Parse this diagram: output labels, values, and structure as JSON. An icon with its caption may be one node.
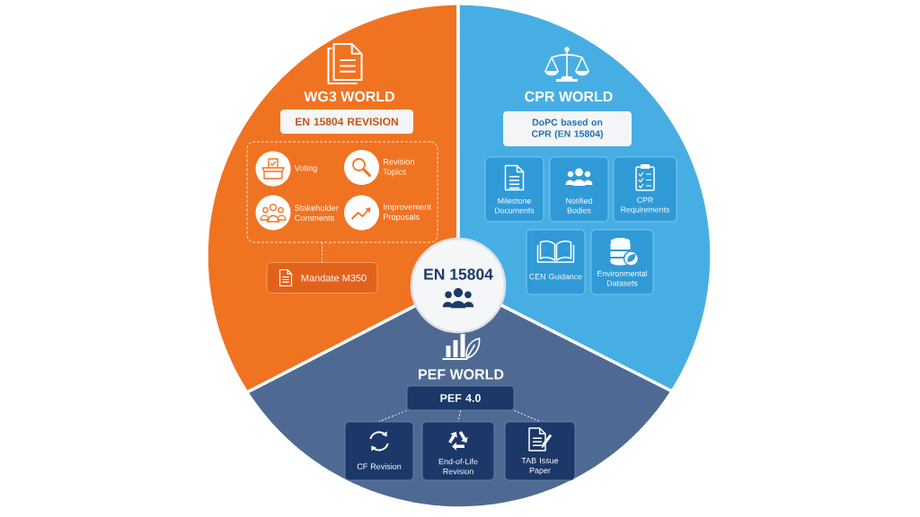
{
  "diagram": {
    "nodes": [
      {
        "text": [
          "WG3 WORLD"
        ]
      },
      {
        "text": [
          "EN 15804 REVISION"
        ],
        "in": 0
      },
      {
        "text": [],
        "shape": "box",
        "in": 0
      },
      {
        "text": [
          "Voting"
        ],
        "in": 2
      },
      {
        "text": [
          "Revision Topics"
        ],
        "in": 2
      },
      {
        "text": [
          "Stakeholder Comments"
        ],
        "in": 2
      },
      {
        "text": [
          "Improvement Proposals"
        ],
        "in": 2
      },
      {
        "text": [
          "Mandate M350"
        ],
        "in": 0
      },
      {
        "text": [
          "CPR WORLD"
        ]
      },
      {
        "text": [
          "DoPC based on CPR (EN 15804)"
        ],
        "in": 8
      },
      {
        "text": [
          "Milestone Documents"
        ],
        "in": 8
      },
      {
        "text": [
          "Notified Bodies"
        ],
        "in": 8
      },
      {
        "text": [
          "CPR Requirements"
        ],
        "in": 8
      },
      {
        "text": [
          "CEN Guidance"
        ],
        "in": 8
      },
      {
        "text": [
          "Environmental Datasets"
        ],
        "in": 8
      },
      {
        "text": [
          "EN 15804"
        ]
      },
      {
        "text": [
          "PEF WORLD"
        ]
      },
      {
        "text": [
          "PEF 4.0"
        ],
        "in": 16
      },
      {
        "text": [
          "CF Revision"
        ],
        "in": 16
      },
      {
        "text": [
          "End-of-Life Revision"
        ],
        "in": 16
      },
      {
        "text": [
          "TAB Issue Paper"
        ],
        "in": 16
      }
    ],
    "edges": [
      {
        "from": 2,
        "to": 7,
        "arrow": "none",
        "style": "dashed"
      },
      {
        "from": 17,
        "to": 18,
        "arrow": "none",
        "style": "dashed"
      },
      {
        "from": 17,
        "to": 19,
        "arrow": "none",
        "style": "dashed"
      },
      {
        "from": 17,
        "to": 20,
        "arrow": "none",
        "style": "dashed"
      }
    ]
  }
}
